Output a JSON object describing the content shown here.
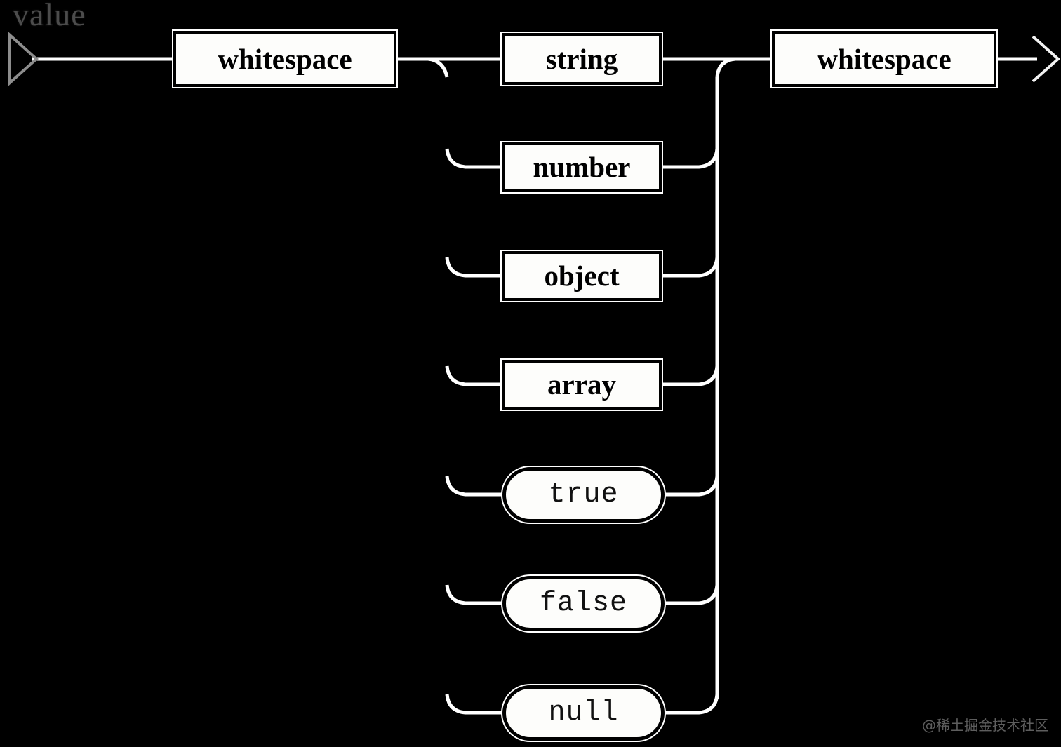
{
  "diagram": {
    "kind": "railroad-syntax-diagram",
    "rule_label": "value",
    "stroke_color": "#ffffff",
    "background_color": "#000000",
    "box_fill_color": "#fdfdfb",
    "box_text_color": "#000000",
    "entry_marker": "left-arrow-marker",
    "exit_marker": "right-arrow-marker",
    "sequence": [
      {
        "id": "ws-left",
        "label": "whitespace",
        "kind": "nonterminal"
      },
      {
        "id": "choice",
        "label": "alternatives",
        "kind": "choice-group"
      },
      {
        "id": "ws-right",
        "label": "whitespace",
        "kind": "nonterminal"
      }
    ],
    "alternatives": [
      {
        "id": "string",
        "label": "string",
        "kind": "nonterminal"
      },
      {
        "id": "number",
        "label": "number",
        "kind": "nonterminal"
      },
      {
        "id": "object",
        "label": "object",
        "kind": "nonterminal"
      },
      {
        "id": "array",
        "label": "array",
        "kind": "nonterminal"
      },
      {
        "id": "true",
        "label": "true",
        "kind": "terminal"
      },
      {
        "id": "false",
        "label": "false",
        "kind": "terminal"
      },
      {
        "id": "null",
        "label": "null",
        "kind": "terminal"
      }
    ]
  },
  "watermark": {
    "text": "@稀土掘金技术社区"
  }
}
